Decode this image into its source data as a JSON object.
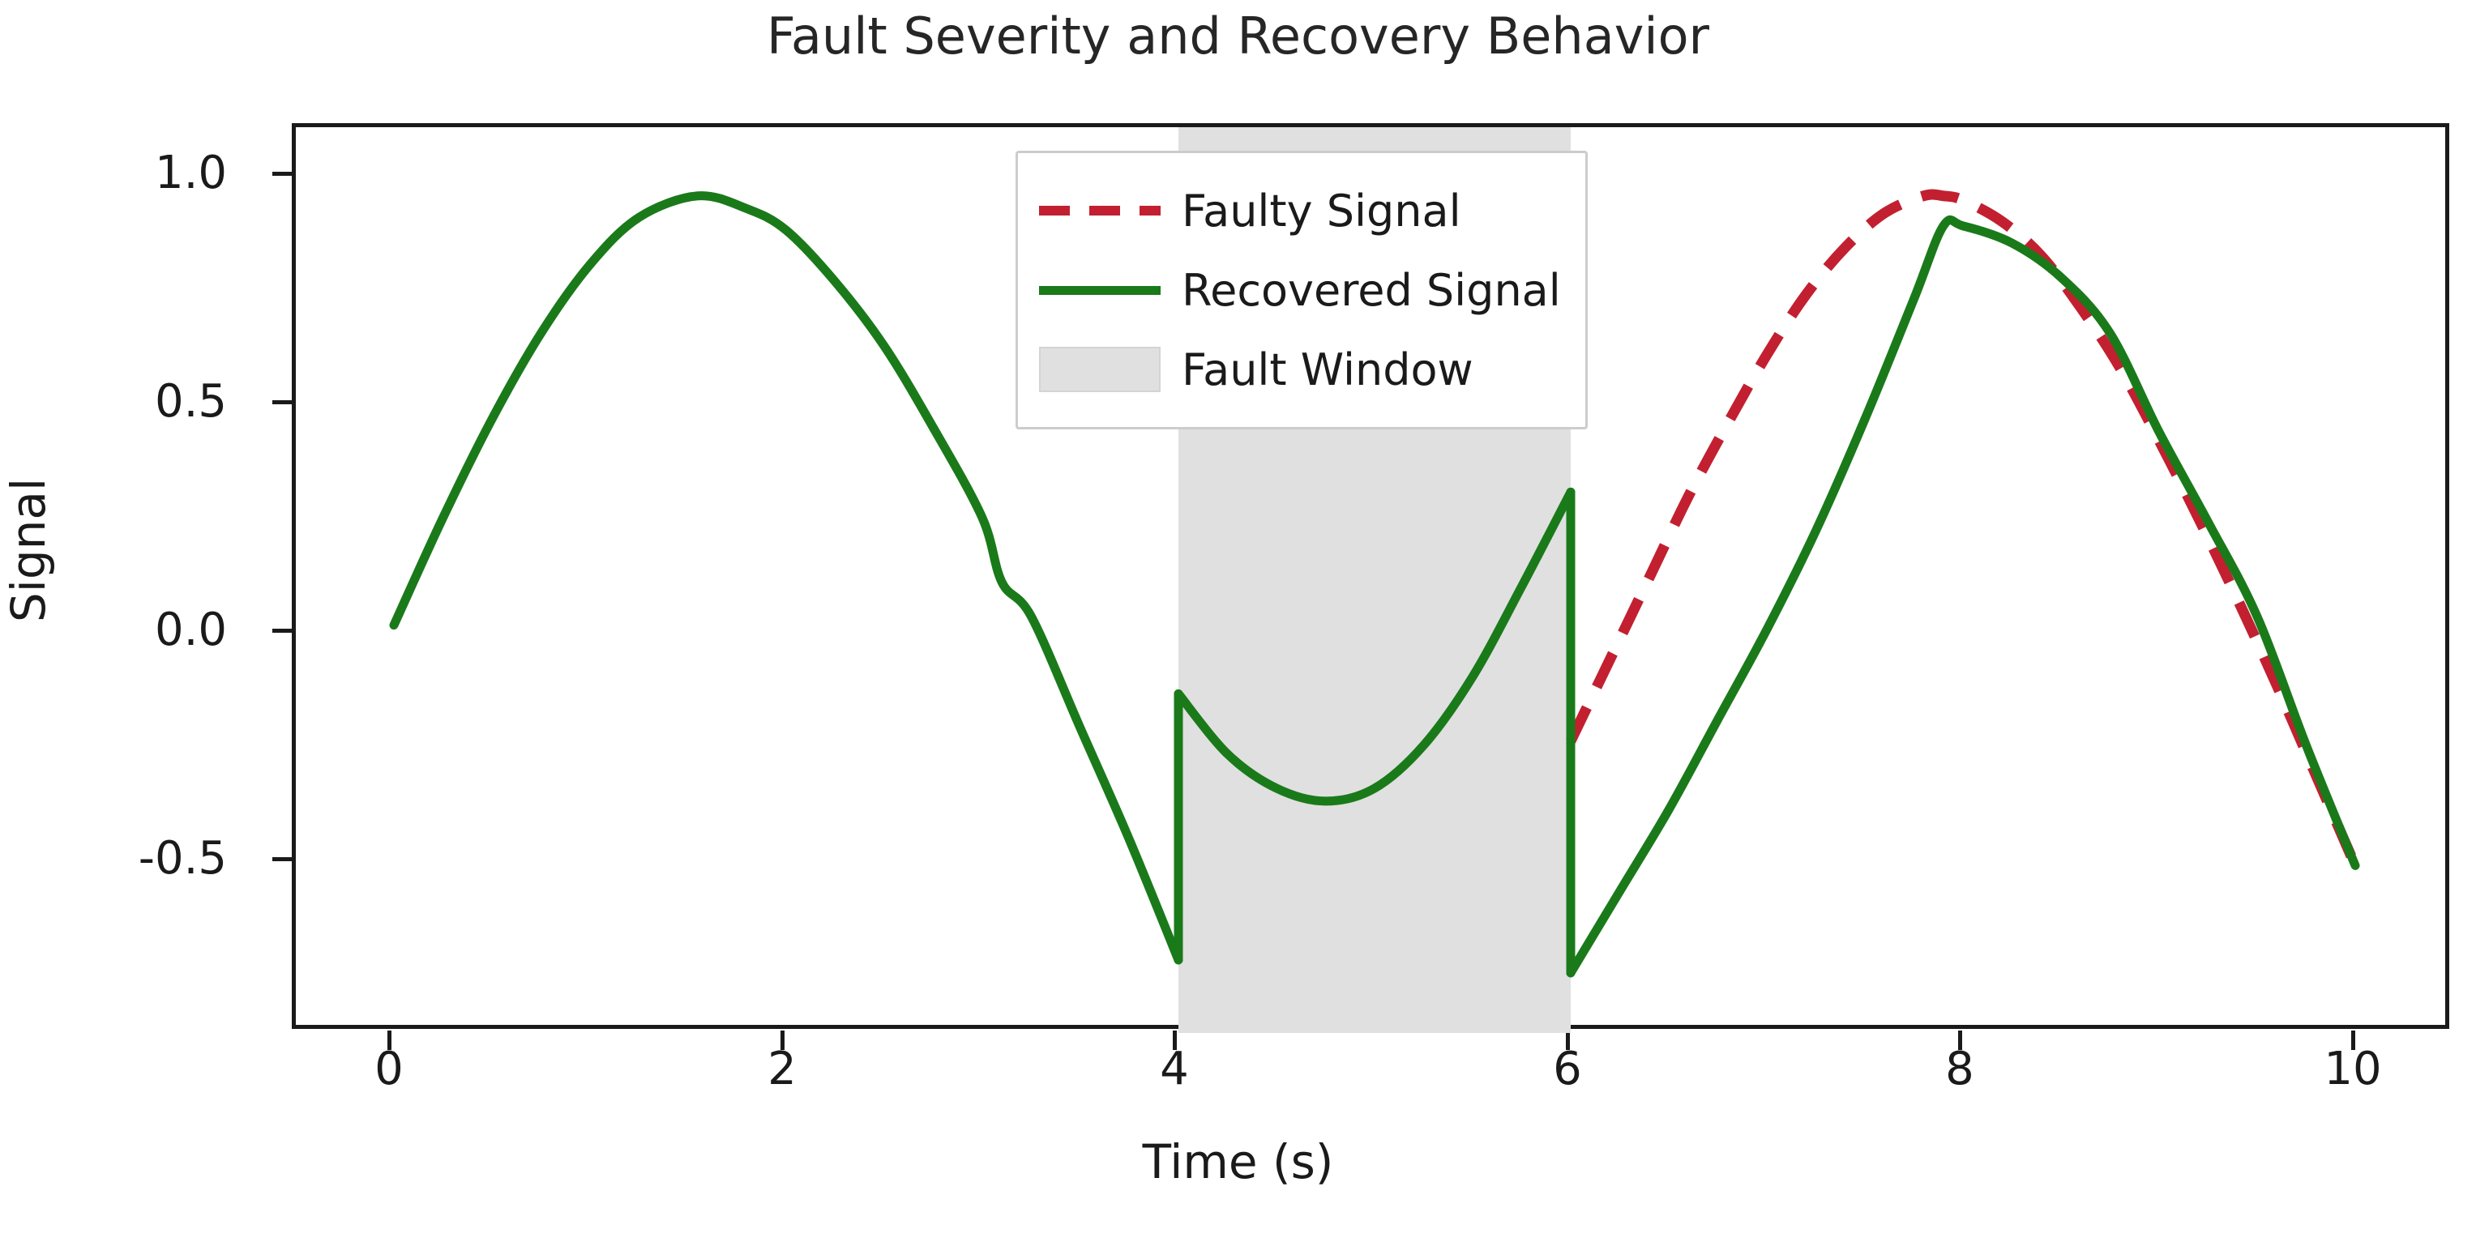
{
  "chart_data": {
    "type": "line",
    "title": "Fault Severity and Recovery Behavior",
    "xlabel": "Time (s)",
    "ylabel": "Signal",
    "xlim": [
      -0.5,
      10.5
    ],
    "ylim": [
      -0.95,
      1.16
    ],
    "xticks": [
      0,
      2,
      4,
      6,
      8,
      10
    ],
    "xtick_labels": [
      "0",
      "2",
      "4",
      "6",
      "8",
      "10"
    ],
    "yticks": [
      -0.5,
      0.0,
      0.5,
      1.0
    ],
    "ytick_labels": [
      "-0.5",
      "0.0",
      "0.5",
      "1.0"
    ],
    "grid": false,
    "legend_position": "upper center",
    "colors": {
      "faulty": "#c22030",
      "recovered": "#1a7a1a",
      "fault_window": "#e0e0e0",
      "axes": "#1a1a1a",
      "title": "#262626"
    },
    "annotations": {
      "fault_window_start": 4.0,
      "fault_window_end": 6.0,
      "fault_window_label": "Fault Window",
      "recovered_peak_1": 1.0,
      "recovered_peak_2": 0.93,
      "faulty_peak": 1.0,
      "drop_at_t4_from": -0.78,
      "drop_at_t4_to": -0.16,
      "drop_at_t6_from": 0.31,
      "drop_at_t6_to": -0.81,
      "faulty_start_t": 6.0,
      "faulty_start_value": -0.27,
      "end_value": -0.56
    },
    "series": [
      {
        "name": "Faulty Signal",
        "style": "dashed",
        "color": "#c22030",
        "x": [
          6.0,
          6.2,
          6.4,
          6.6,
          6.8,
          7.0,
          7.2,
          7.4,
          7.6,
          7.8,
          7.9,
          8.0,
          8.2,
          8.4,
          8.6,
          8.8,
          9.0,
          9.2,
          9.4,
          9.6,
          9.8,
          10.0
        ],
        "y": [
          -0.27,
          -0.08,
          0.11,
          0.3,
          0.47,
          0.63,
          0.77,
          0.88,
          0.96,
          1.0,
          1.0,
          0.99,
          0.94,
          0.86,
          0.74,
          0.6,
          0.43,
          0.25,
          0.06,
          -0.14,
          -0.35,
          -0.56
        ]
      },
      {
        "name": "Recovered Signal",
        "style": "solid",
        "color": "#1a7a1a",
        "segments": [
          {
            "x": [
              0.0,
              0.25,
              0.5,
              0.75,
              1.0,
              1.25,
              1.55,
              1.8,
              2.0,
              2.25,
              2.5,
              2.75,
              3.0,
              3.1,
              3.25,
              3.5,
              3.75,
              4.0
            ],
            "y": [
              0.0,
              0.25,
              0.48,
              0.68,
              0.84,
              0.95,
              1.0,
              0.97,
              0.92,
              0.8,
              0.65,
              0.46,
              0.25,
              0.1,
              0.02,
              -0.24,
              -0.5,
              -0.78
            ]
          },
          {
            "x": [
              4.0,
              4.25,
              4.5,
              4.75,
              5.0,
              5.25,
              5.5,
              5.75,
              6.0
            ],
            "y": [
              -0.16,
              -0.3,
              -0.38,
              -0.41,
              -0.38,
              -0.28,
              -0.12,
              0.09,
              0.31
            ]
          },
          {
            "x": [
              6.0,
              6.25,
              6.5,
              6.75,
              7.0,
              7.25,
              7.5,
              7.75,
              7.9,
              8.0,
              8.25,
              8.5,
              8.75,
              9.0,
              9.25,
              9.5,
              9.75,
              10.0
            ],
            "y": [
              -0.81,
              -0.62,
              -0.43,
              -0.22,
              -0.01,
              0.22,
              0.48,
              0.76,
              0.93,
              0.93,
              0.89,
              0.81,
              0.68,
              0.45,
              0.24,
              0.02,
              -0.28,
              -0.56
            ]
          }
        ]
      },
      {
        "name": "Fault Window",
        "style": "patch",
        "color": "#e0e0e0",
        "x_start": 4.0,
        "x_end": 6.0
      }
    ]
  },
  "legend": {
    "items": [
      {
        "label": "Faulty Signal",
        "key": "dashed-line-key"
      },
      {
        "label": "Recovered Signal",
        "key": "solid-line-key"
      },
      {
        "label": "Fault Window",
        "key": "patch-key"
      }
    ]
  }
}
